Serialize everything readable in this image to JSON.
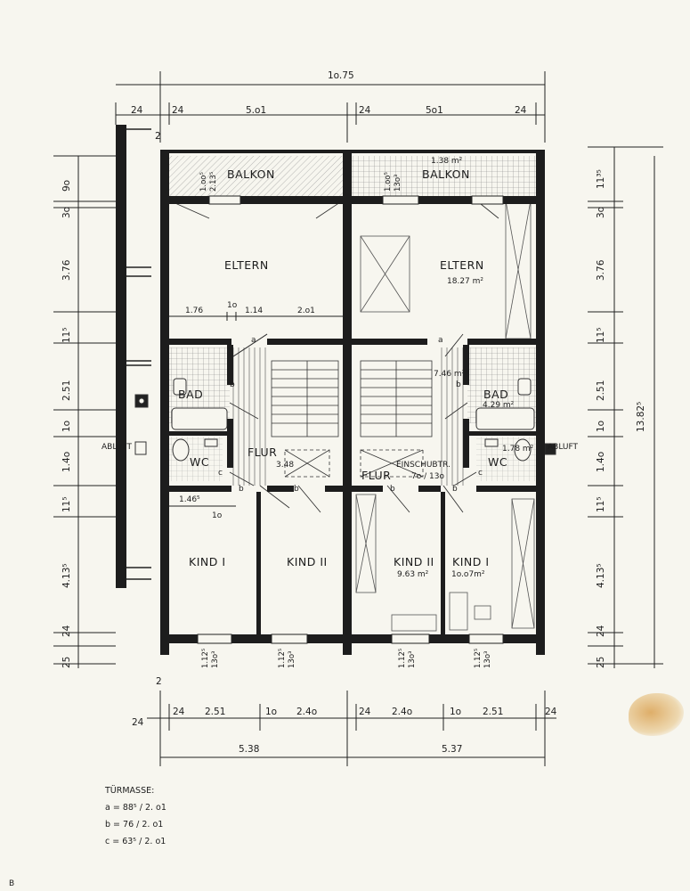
{
  "rooms": {
    "eltern_left": "ELTERN",
    "eltern_right": "ELTERN",
    "eltern_right_area": "18.27 m²",
    "balkon_left": "BALKON",
    "balkon_right": "BALKON",
    "balkon_right_area": "1.38 m²",
    "bad_left": "BAD",
    "bad_right": "BAD",
    "bad_right_area": "4.29 m²",
    "flur_left": "FLUR",
    "flur_left_area": "3.48",
    "flur_right": "FLUR",
    "landing_area": "7.46 m²",
    "wc_left": "WC",
    "wc_right": "WC",
    "wc_right_area": "1.78 m²",
    "einschub": "EINSCHUBTR.",
    "einschub_dim": "7o / 13o",
    "kind_i_left": "KIND I",
    "kind_ii_left": "KIND II",
    "kind_ii_right": "KIND II",
    "kind_ii_right_area": "9.63 m²",
    "kind_i_right": "KIND I",
    "kind_i_right_area": "1o.o7m²",
    "abluft_left": "ABLUFT",
    "abluft_right": "ABLUFT"
  },
  "dims_top": {
    "total": "1o.75",
    "seg": [
      "24",
      "24",
      "5.o1",
      "24",
      "5o1",
      "24"
    ]
  },
  "dims_bottom": {
    "seg": [
      "24",
      "24",
      "2.51",
      "1o",
      "2.4o",
      "24",
      "2.4o",
      "1o",
      "2.51",
      "24"
    ],
    "halves": [
      "5.38",
      "5.37"
    ],
    "small_2": "2",
    "small_2b": "2"
  },
  "dims_left": [
    "9o",
    "3o",
    "3.76",
    "11⁵",
    "2.51",
    "1o",
    "1.4o",
    "11⁵",
    "4.13⁵",
    "24",
    "25"
  ],
  "dims_right": [
    "11³⁵",
    "3o",
    "3.76",
    "11⁵",
    "2.51",
    "1o",
    "1.4o",
    "11⁵",
    "4.13⁵",
    "24",
    "25"
  ],
  "dims_right_total": "13.82⁵",
  "inner_dims": {
    "d176": "1.76",
    "d1o": "1o",
    "d114": "1.14",
    "d2o1": "2.o1",
    "d1465": "1.46⁵",
    "d1o_b": "1o"
  },
  "window_dims": [
    "1.12⁵",
    "13o³"
  ],
  "balkon_window_dims": [
    "1.oo⁵",
    "2.13⁵",
    "1.oo⁵",
    "13o³"
  ],
  "door_letters": {
    "a": "a",
    "b": "b",
    "c": "c"
  },
  "legend": {
    "title": "TÜRMASSE:",
    "a": "a = 88⁵ / 2. o1",
    "b": "b = 76 / 2. o1",
    "c": "c = 63⁵ / 2. o1"
  },
  "corner_mark": "B"
}
